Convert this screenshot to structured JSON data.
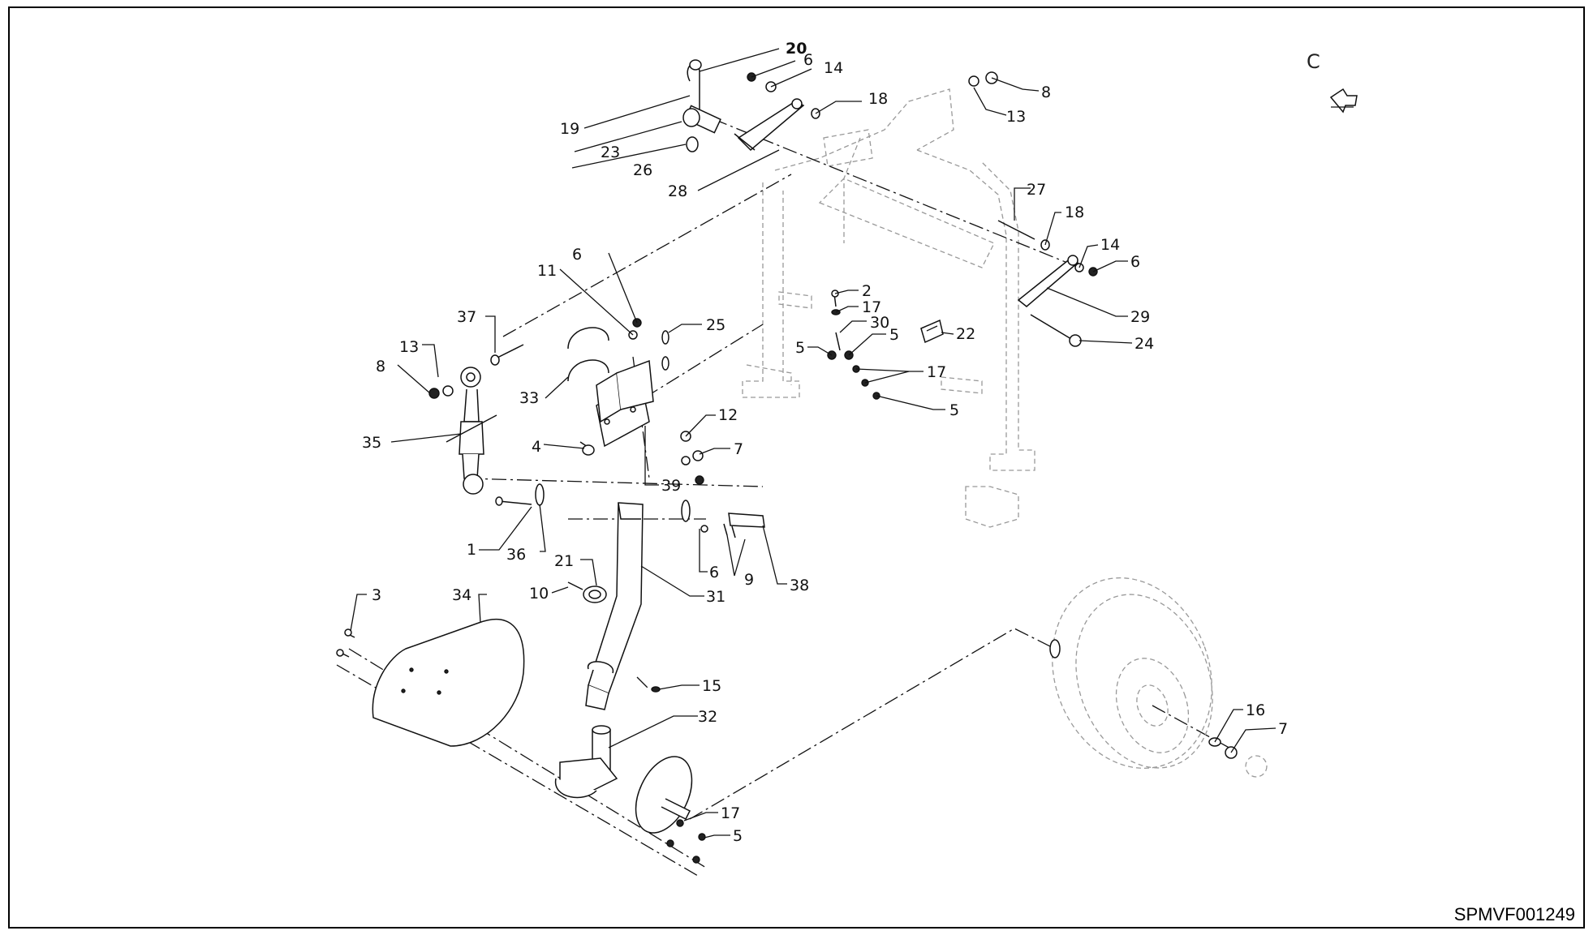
{
  "view_letter": "C",
  "drawing_code": "SPMVF001249",
  "callouts": {
    "c1": "1",
    "c2": "2",
    "c3": "3",
    "c4": "4",
    "c5a": "5",
    "c5b": "5",
    "c5c": "5",
    "c5d": "5",
    "c6a": "6",
    "c6b": "6",
    "c6c": "6",
    "c6d": "6",
    "c7a": "7",
    "c7b": "7",
    "c8a": "8",
    "c8b": "8",
    "c9": "9",
    "c10": "10",
    "c11": "11",
    "c12": "12",
    "c13a": "13",
    "c13b": "13",
    "c14a": "14",
    "c14b": "14",
    "c15": "15",
    "c16": "16",
    "c17a": "17",
    "c17b": "17",
    "c17c": "17",
    "c18a": "18",
    "c18b": "18",
    "c19": "19",
    "c20": "20",
    "c21": "21",
    "c22": "22",
    "c23": "23",
    "c24": "24",
    "c25": "25",
    "c26": "26",
    "c27": "27",
    "c28": "28",
    "c29": "29",
    "c30": "30",
    "c31": "31",
    "c32": "32",
    "c33": "33",
    "c34": "34",
    "c35": "35",
    "c36": "36",
    "c37": "37",
    "c38": "38",
    "c39": "39"
  },
  "icons": {
    "view_arrow": "view-direction-arrow-icon"
  }
}
